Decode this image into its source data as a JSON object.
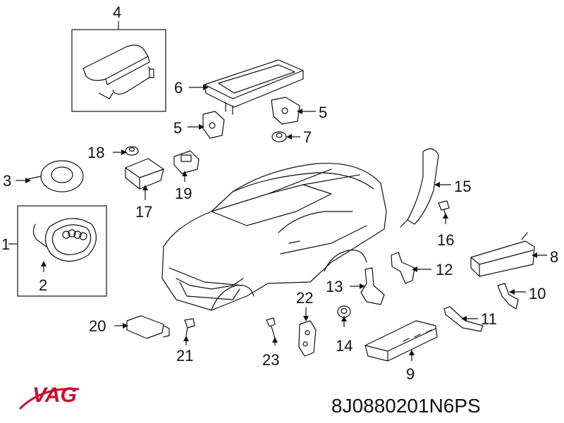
{
  "brand": {
    "name": "VAG",
    "color": "#c8102e"
  },
  "part_number": "8J0880201N6PS",
  "labels": {
    "l1": "1",
    "l2": "2",
    "l3": "3",
    "l4": "4",
    "l5a": "5",
    "l5b": "5",
    "l6": "6",
    "l7": "7",
    "l8": "8",
    "l9": "9",
    "l10": "10",
    "l11": "11",
    "l12": "12",
    "l13": "13",
    "l14": "14",
    "l15": "15",
    "l16": "16",
    "l17": "17",
    "l18": "18",
    "l19": "19",
    "l20": "20",
    "l21": "21",
    "l22": "22",
    "l23": "23"
  }
}
